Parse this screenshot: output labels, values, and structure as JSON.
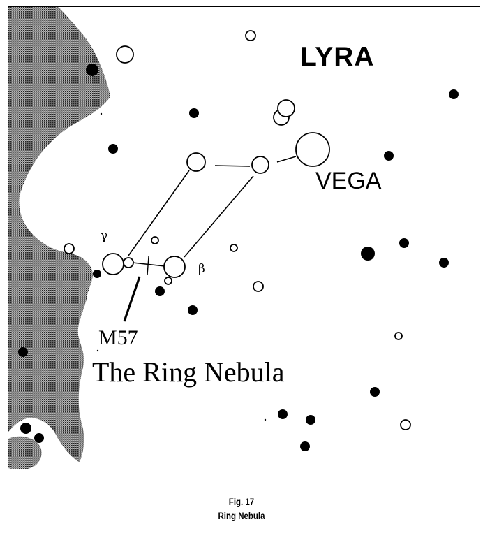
{
  "chart": {
    "title": "LYRA",
    "labels": {
      "vega": "VEGA",
      "gamma": "γ",
      "beta": "β",
      "m57": "M57",
      "ring": "The Ring Nebula"
    },
    "colors": {
      "ink": "#000000",
      "milky_way": "#8a8a8a",
      "background": "#ffffff"
    }
  },
  "caption": {
    "fig": "Fig. 17",
    "name": "Ring Nebula"
  }
}
